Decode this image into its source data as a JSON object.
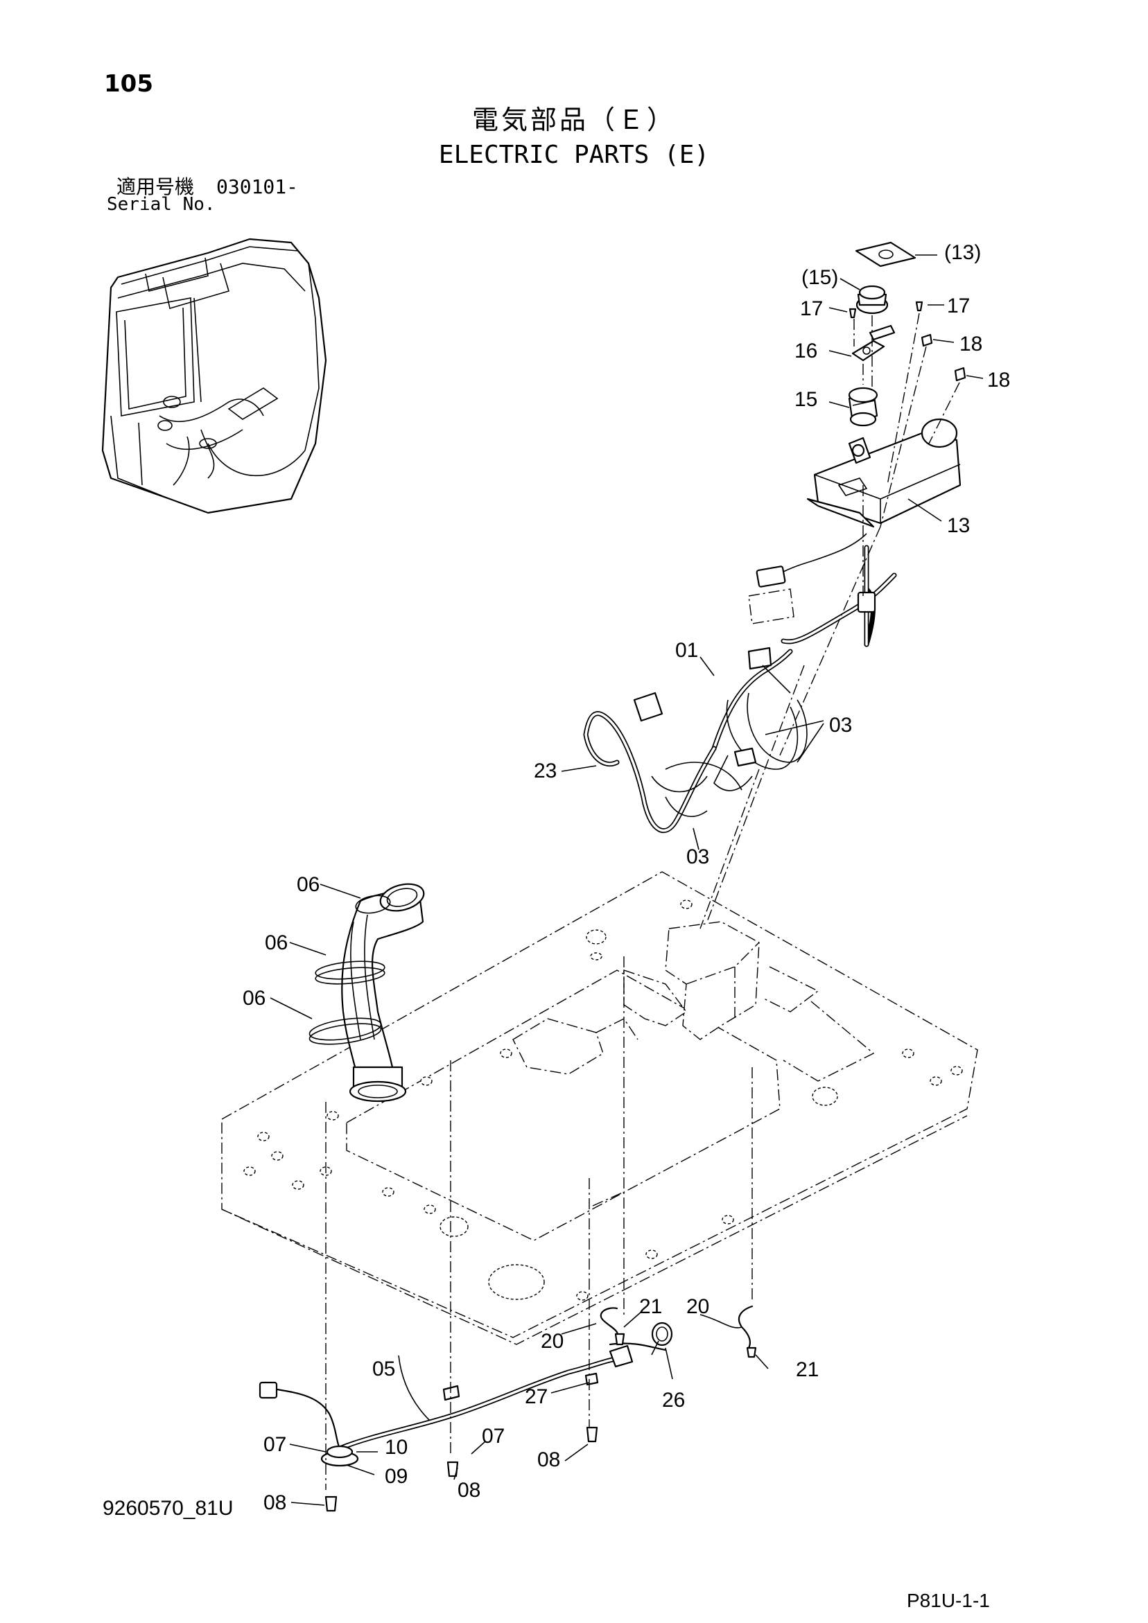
{
  "page_number": "105",
  "title_jp": "電気部品（Ｅ）",
  "title_en": "ELECTRIC PARTS (E)",
  "serial_label_jp": "適用号機",
  "serial_value": "030101-",
  "serial_label_en": "Serial No.",
  "drawing_number": "9260570_81U",
  "page_ref": "P81U-1-1",
  "callouts": {
    "c13_paren": "(13)",
    "c15_paren": "(15)",
    "c17_left": "17",
    "c17_right": "17",
    "c18_top": "18",
    "c18_bottom": "18",
    "c16": "16",
    "c15": "15",
    "c13": "13",
    "c01": "01",
    "c03_right": "03",
    "c03_bottom": "03",
    "c23": "23",
    "c06_top": "06",
    "c06_mid": "06",
    "c06_low": "06",
    "c05": "05",
    "c07_left": "07",
    "c07_mid": "07",
    "c10": "10",
    "c09": "09",
    "c08_left": "08",
    "c08_mid": "08",
    "c08_right": "08",
    "c20_left": "20",
    "c20_right": "20",
    "c21_left": "21",
    "c21_right": "21",
    "c26": "26",
    "c27": "27"
  }
}
